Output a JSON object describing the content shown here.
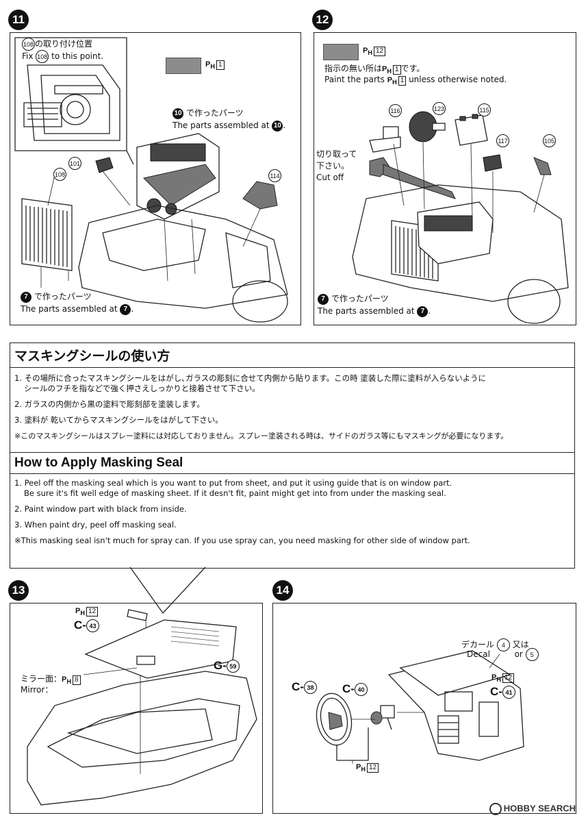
{
  "step11": {
    "number": "11",
    "mount_jp": "の取り付け位置",
    "mount_part": "108",
    "fix_en_pre": "Fix",
    "fix_en_post": "to this point.",
    "paint_code": "P",
    "paint_sub": "H",
    "paint_num": "1",
    "assembled10_jp": "で作ったパーツ",
    "assembled10_en": "The parts assembled at",
    "assembled10_ref": "10",
    "assembled7_jp": "で作ったパーツ",
    "assembled7_en": "The parts assembled at",
    "assembled7_ref": "7",
    "parts": [
      "108",
      "101",
      "114"
    ]
  },
  "step12": {
    "number": "12",
    "paint_code": "P",
    "paint_sub": "H",
    "paint_num": "12",
    "note_jp_pre": "指示の無い所は",
    "note_jp_post": "です。",
    "note_ref": "1",
    "note_en_pre": "Paint the parts",
    "note_en_post": "unless otherwise noted.",
    "cut_jp1": "切り取って",
    "cut_jp2": "下さい。",
    "cut_en": "Cut off",
    "assembled7_jp": "で作ったパーツ",
    "assembled7_en": "The parts assembled at",
    "assembled7_ref": "7",
    "parts": [
      "116",
      "123",
      "115",
      "117",
      "105"
    ]
  },
  "masking_jp": {
    "title": "マスキングシールの使い方",
    "items": [
      "1. その場所に合ったマスキングシールをはがし､ガラスの彫刻に合せて内側から貼ります。この時 塗装した際に塗料が入らないように",
      "シールのフチを指などで強く押さえしっかりと接着させて下さい。",
      "2. ガラスの内側から黒の塗料で彫刻部を塗装します。",
      "3. 塗料が 乾いてからマスキングシールをはがして下さい。",
      "※このマスキングシールはスプレー塗料には対応しておりません。スプレー塗装される時は、サイドのガラス等にもマスキングが必要になります。"
    ]
  },
  "masking_en": {
    "title": "How to Apply Masking Seal",
    "items": [
      "1. Peel off the masking seal which is you want to put from sheet, and put it using guide that is on window part.",
      "Be sure it's fit well edge of masking sheet. If it desn't fit, paint might get into from under the masking seal.",
      "2. Paint window part with black from inside.",
      "3. When paint dry, peel off masking seal.",
      "※This masking seal isn't much for spray can. If you use spray can, you need masking for other side of window part."
    ]
  },
  "step13": {
    "number": "13",
    "paint_code": "P",
    "paint_sub": "H",
    "paint_num": "12",
    "part_c43": "C-",
    "part_c43_num": "43",
    "part_g59": "G-",
    "part_g59_num": "59",
    "mirror_jp": "ミラー面：",
    "mirror_en": "Mirror：",
    "mirror_paint_num": "8"
  },
  "step14": {
    "number": "14",
    "decal_jp": "デカール",
    "decal_en": "Decal",
    "decal_a": "4",
    "or_jp": "又は",
    "or_en": "or",
    "decal_b": "5",
    "paint_code": "P",
    "paint_sub": "H",
    "paint_num": "12",
    "part_c38": "C-",
    "part_c38_num": "38",
    "part_c40": "C-",
    "part_c40_num": "40",
    "part_c41": "C-",
    "part_c41_num": "41",
    "bottom_paint_num": "12"
  },
  "watermark": "HOBBY SEARCH"
}
